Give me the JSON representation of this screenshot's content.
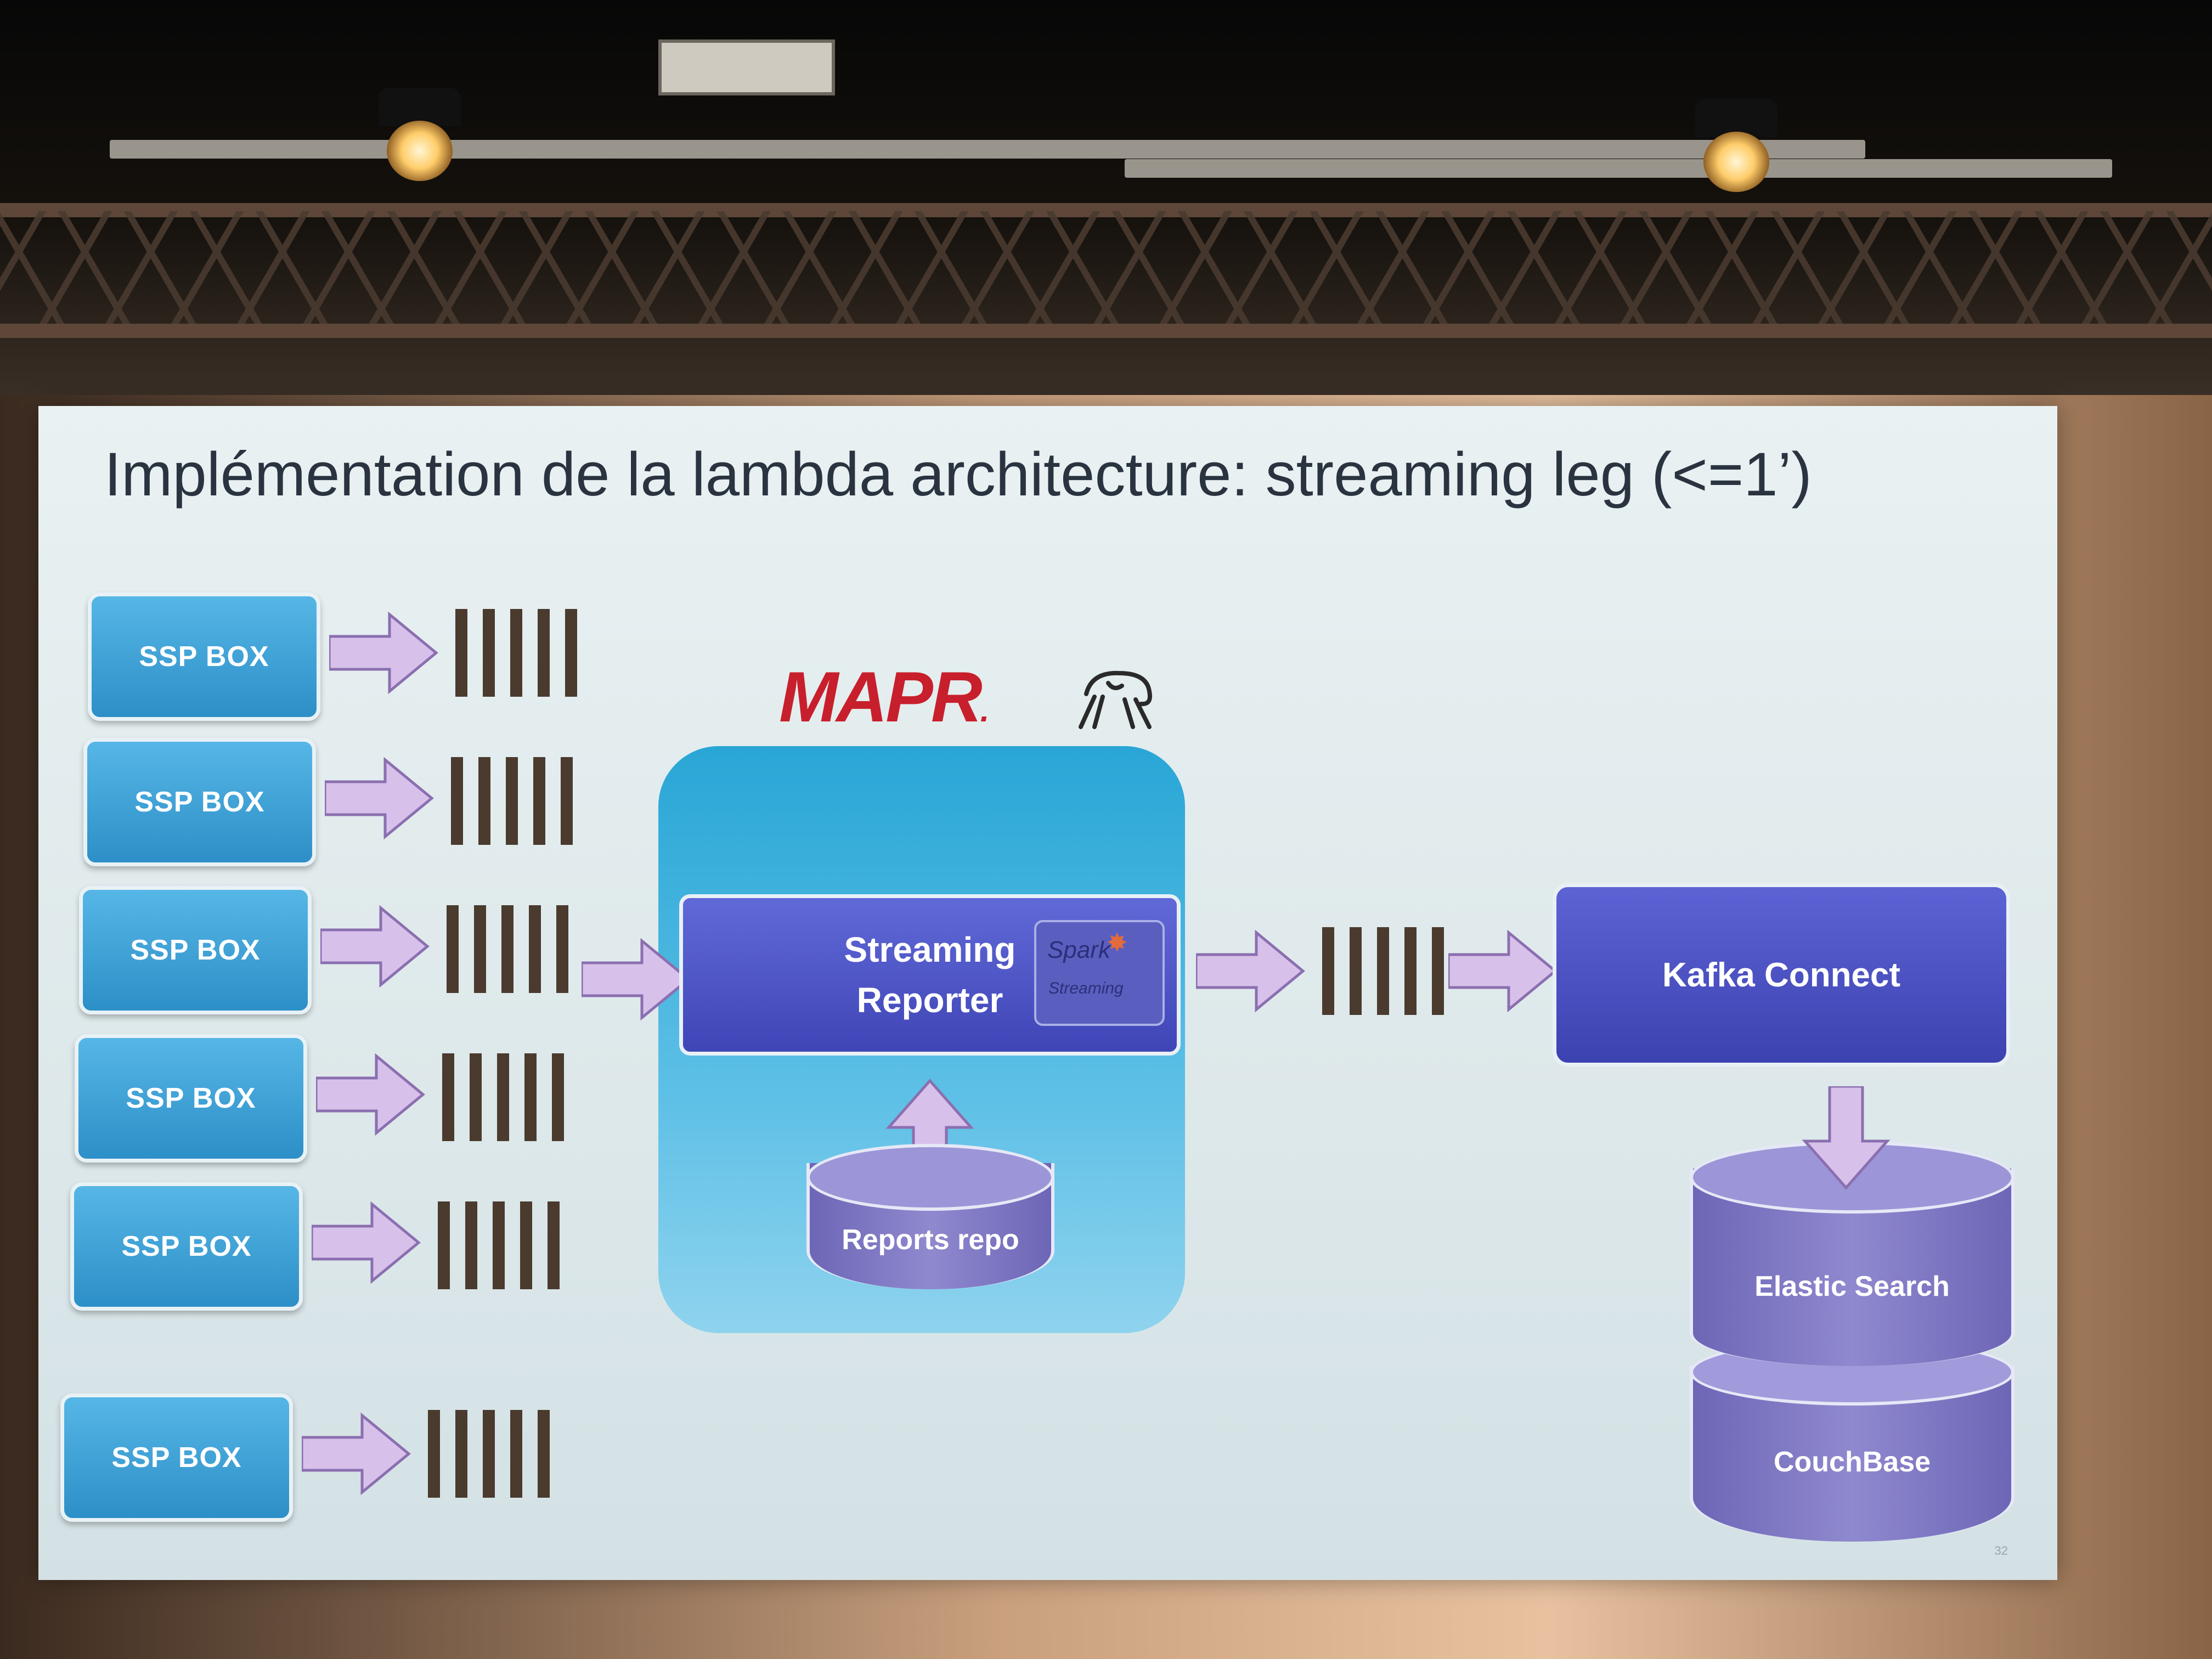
{
  "slide": {
    "title": "Implémentation de la lambda architecture: streaming leg  (<=1’)",
    "sources": [
      {
        "label": "SSP BOX"
      },
      {
        "label": "SSP BOX"
      },
      {
        "label": "SSP BOX"
      },
      {
        "label": "SSP BOX"
      },
      {
        "label": "SSP BOX"
      },
      {
        "label": "SSP BOX"
      }
    ],
    "mapr": {
      "logo_text": "MAPR",
      "streaming_reporter": "Streaming Reporter",
      "spark_logo_text": "Spark",
      "spark_logo_sub": "Streaming",
      "reports_repo": "Reports repo"
    },
    "kafka_connect": "Kafka Connect",
    "stores": {
      "elastic": "Elastic Search",
      "couchbase": "CouchBase"
    },
    "page_number": "32"
  },
  "colors": {
    "ssp_box": "#2d8fc7",
    "mapr_panel": "#29a6d6",
    "process_box": "#3f45b6",
    "database": "#8f89cf",
    "arrow_fill": "#d7c1ea",
    "queue_bar": "#4a3b2e",
    "mapr_red": "#c81f2c"
  }
}
